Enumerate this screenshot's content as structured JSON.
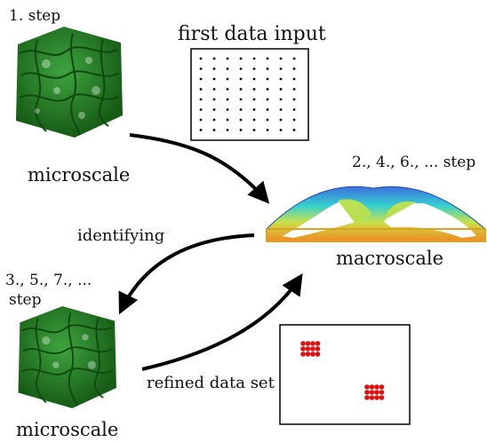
{
  "labels": {
    "step1": "1. step",
    "first_input": "first data input",
    "micro_top": "microscale",
    "even_steps": "2., 4., 6., ... step",
    "identifying": "identifying",
    "macroscale": "macroscale",
    "odd_steps_line1": "3., 5., 7., ...",
    "odd_steps_line2": "step",
    "refined": "refined data set",
    "micro_bottom": "microscale"
  },
  "colors": {
    "lattice": "#1f7a1f",
    "arrow": "#000000",
    "refined_dots": "#e01010"
  },
  "icons": [
    "microstructure-lattice",
    "data-grid",
    "macroscale-beam",
    "refined-data-clusters"
  ]
}
